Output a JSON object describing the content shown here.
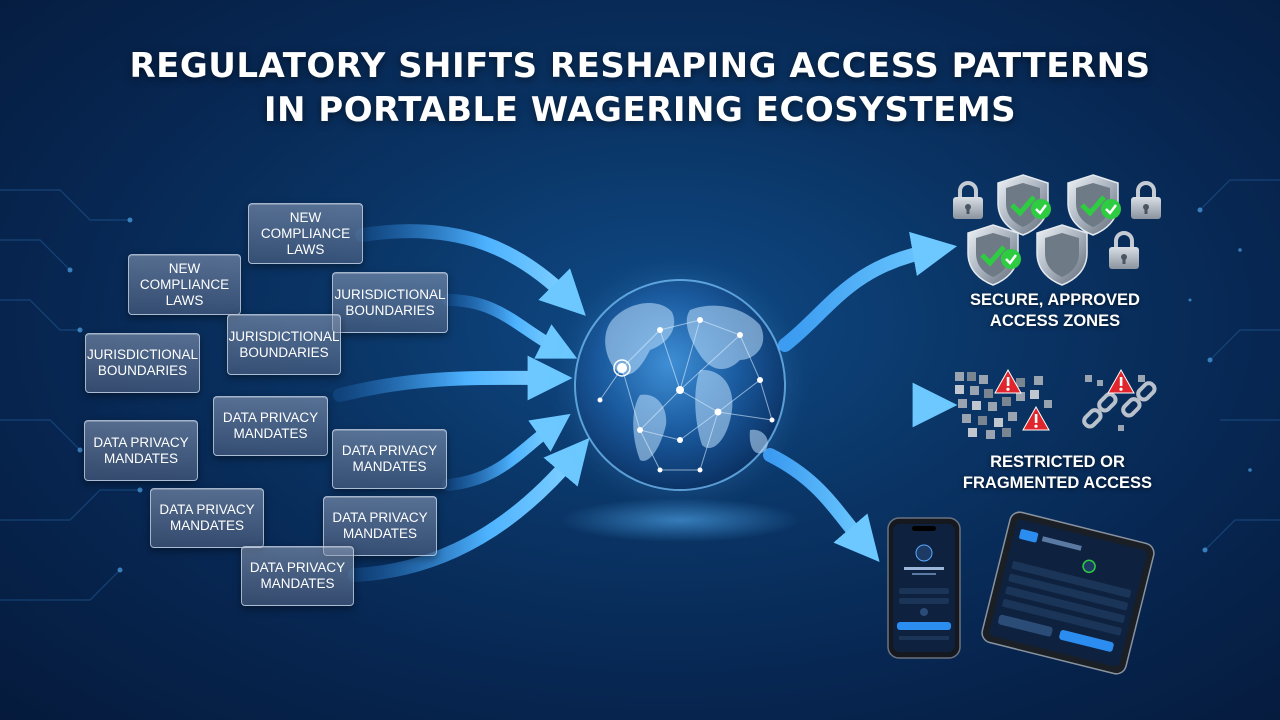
{
  "title": {
    "line1": "REGULATORY SHIFTS RESHAPING ACCESS PATTERNS",
    "line2": "IN PORTABLE WAGERING ECOSYSTEMS"
  },
  "inputs": {
    "new_compliance_1": "NEW\nCOMPLIANCE\nLAWS",
    "new_compliance_2": "NEW\nCOMPLIANCE\nLAWS",
    "jurisdictional_1": "JURISDICTIONAL\nBOUNDARIES",
    "jurisdictional_2": "JURISDICTIONAL\nBOUNDARIES",
    "jurisdictional_3": "JURISDICTIONAL\nBOUNDARIES",
    "data_privacy_1": "DATA PRIVACY\nMANDATES",
    "data_privacy_2": "DATA PRIVACY\nMANDATES",
    "data_privacy_3": "DATA PRIVACY\nMANDATES",
    "data_privacy_4": "DATA PRIVACY\nMANDATES",
    "data_privacy_5": "DATA PRIVACY\nMANDATES",
    "data_privacy_6": "DATA PRIVACY\nMANDATES"
  },
  "outputs": {
    "secure": "SECURE, APPROVED\nACCESS ZONES",
    "restricted": "RESTRICTED OR\nFRAGMENTED ACCESS"
  },
  "icons": [
    "lock-icon",
    "shield-check-icon",
    "shield-icon",
    "warning-icon",
    "broken-chain-icon",
    "globe-icon",
    "smartphone-icon",
    "tablet-icon"
  ],
  "colors": {
    "arrow": "#4fb4ff",
    "check": "#2ecc40",
    "warning": "#e0262c",
    "background": "#0a3566"
  }
}
